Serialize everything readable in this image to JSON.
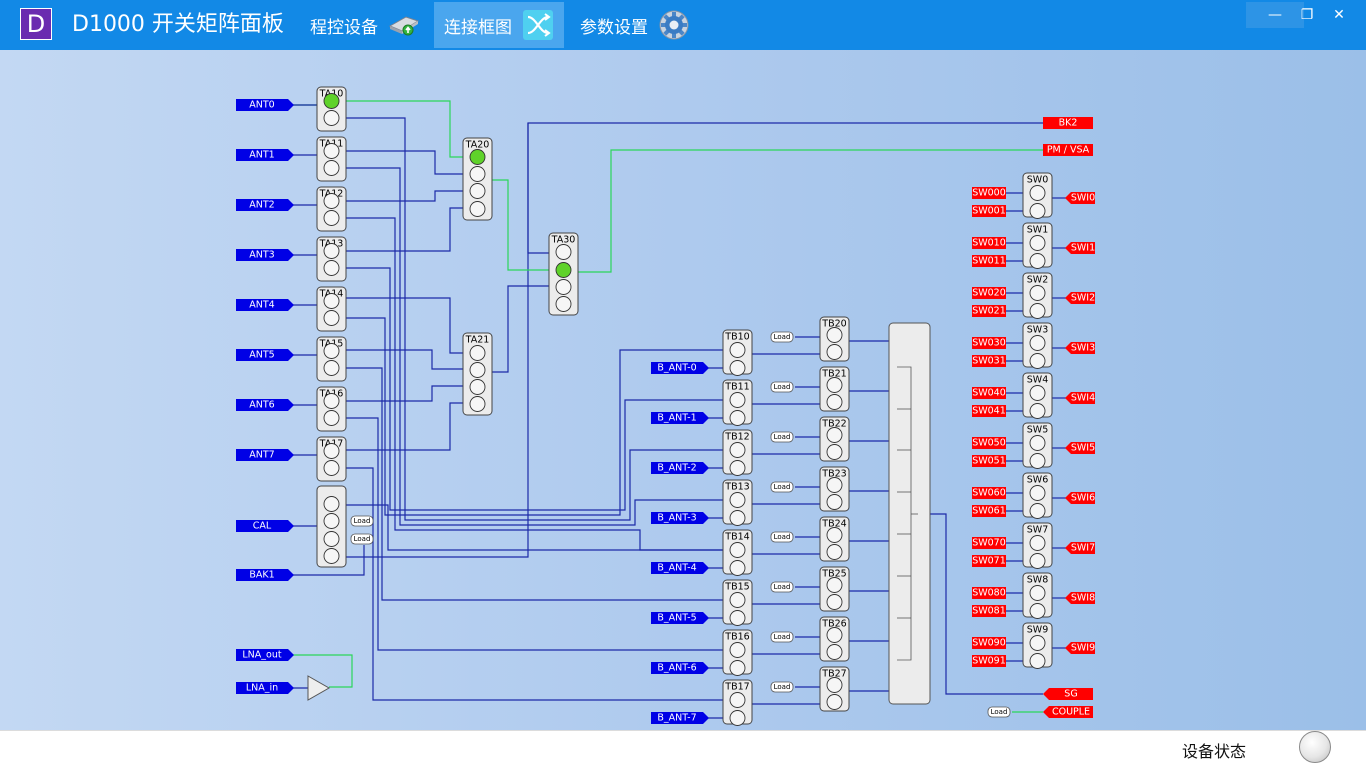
{
  "app": {
    "logo": "D",
    "title": "D1000 开关矩阵面板"
  },
  "tabs": [
    {
      "label": "程控设备",
      "icon": "network-card-icon",
      "active": false
    },
    {
      "label": "连接框图",
      "icon": "connection-diagram-icon",
      "active": true
    },
    {
      "label": "参数设置",
      "icon": "gear-icon",
      "active": false
    }
  ],
  "window_controls": [
    "minimize",
    "maximize",
    "close"
  ],
  "colors": {
    "port_blue": "#0000e6",
    "port_red": "#ff0000",
    "wire_blue": "#1c2aa8",
    "wire_green": "#2bd65a",
    "led_on": "#5fd22a"
  },
  "diagram": {
    "ant_ports": [
      "ANT0",
      "ANT1",
      "ANT2",
      "ANT3",
      "ANT4",
      "ANT5",
      "ANT6",
      "ANT7",
      "CAL",
      "BAK1",
      "LNA_out",
      "LNA_in"
    ],
    "ta_switches": [
      {
        "name": "TA10",
        "active": 0
      },
      {
        "name": "TA11"
      },
      {
        "name": "TA12"
      },
      {
        "name": "TA13"
      },
      {
        "name": "TA14"
      },
      {
        "name": "TA15"
      },
      {
        "name": "TA16"
      },
      {
        "name": "TA17"
      }
    ],
    "ta20": {
      "name": "TA20",
      "active": 0
    },
    "ta21": {
      "name": "TA21"
    },
    "ta30": {
      "name": "TA30",
      "active": 1
    },
    "bk2": "BK2",
    "pm_vsa": "PM / VSA",
    "load_label": "Load",
    "tb1": [
      "TB10",
      "TB11",
      "TB12",
      "TB13",
      "TB14",
      "TB15",
      "TB16",
      "TB17"
    ],
    "tb2": [
      "TB20",
      "TB21",
      "TB22",
      "TB23",
      "TB24",
      "TB25",
      "TB26",
      "TB27"
    ],
    "b_ant": [
      "B_ANT-0",
      "B_ANT-1",
      "B_ANT-2",
      "B_ANT-3",
      "B_ANT-4",
      "B_ANT-5",
      "B_ANT-6",
      "B_ANT-7"
    ],
    "sw": [
      {
        "name": "SW0",
        "in": [
          "SW000",
          "SW001"
        ],
        "out": "SWI0"
      },
      {
        "name": "SW1",
        "in": [
          "SW010",
          "SW011"
        ],
        "out": "SWI1"
      },
      {
        "name": "SW2",
        "in": [
          "SW020",
          "SW021"
        ],
        "out": "SWI2"
      },
      {
        "name": "SW3",
        "in": [
          "SW030",
          "SW031"
        ],
        "out": "SWI3"
      },
      {
        "name": "SW4",
        "in": [
          "SW040",
          "SW041"
        ],
        "out": "SWI4"
      },
      {
        "name": "SW5",
        "in": [
          "SW050",
          "SW051"
        ],
        "out": "SWI5"
      },
      {
        "name": "SW6",
        "in": [
          "SW060",
          "SW061"
        ],
        "out": "SWI6"
      },
      {
        "name": "SW7",
        "in": [
          "SW070",
          "SW071"
        ],
        "out": "SWI7"
      },
      {
        "name": "SW8",
        "in": [
          "SW080",
          "SW081"
        ],
        "out": "SWI8"
      },
      {
        "name": "SW9",
        "in": [
          "SW090",
          "SW091"
        ],
        "out": "SWI9"
      }
    ],
    "sg": "SG",
    "couple": "COUPLE"
  },
  "status": {
    "label": "设备状态"
  }
}
